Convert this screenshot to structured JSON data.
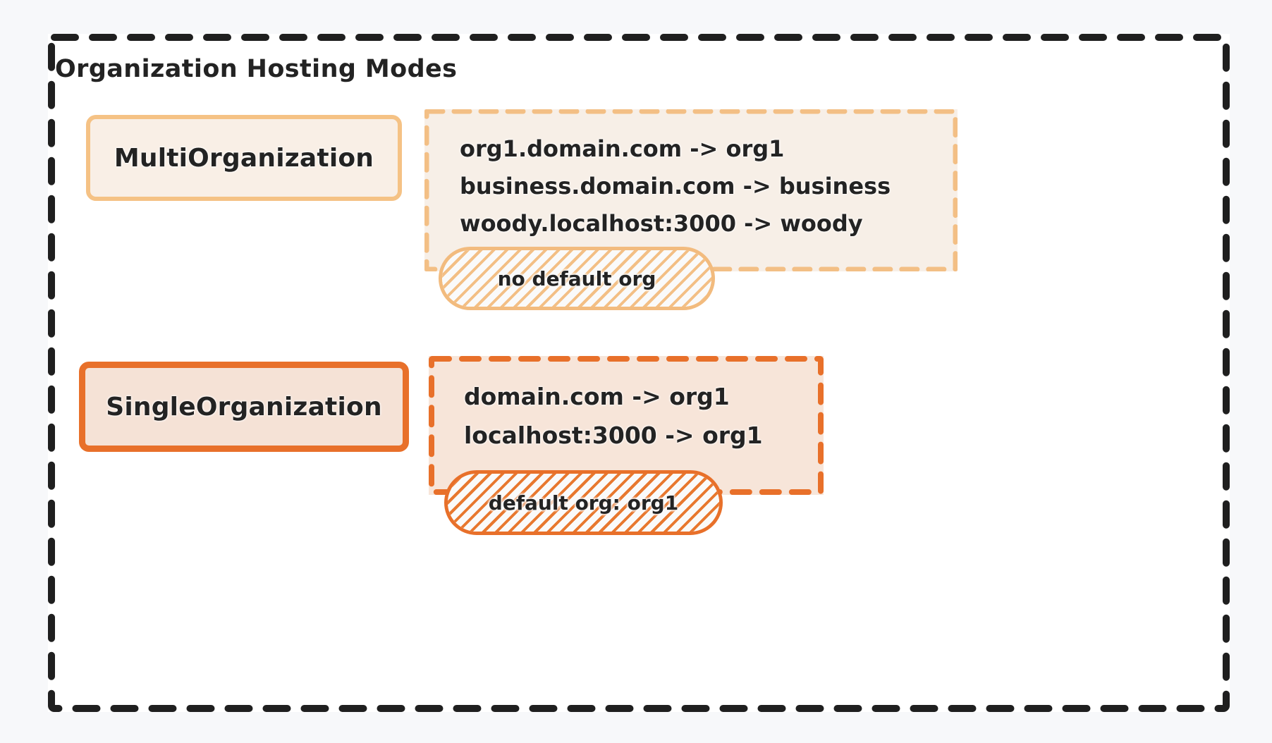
{
  "diagram": {
    "title": "Organization Hosting Modes",
    "background_color": "#f7f8fa",
    "panel_color": "#ffffff",
    "frame_color": "#1f1f1f"
  },
  "modes": [
    {
      "id": "multi-organization",
      "label": "MultiOrganization",
      "accent_color": "#f5c285",
      "card_fill": "#f9efe6",
      "panel_fill": "#f7efe7",
      "mappings": [
        "org1.domain.com -> org1",
        "business.domain.com -> business",
        "woody.localhost:3000 -> woody"
      ],
      "badge": "no default org"
    },
    {
      "id": "single-organization",
      "label": "SingleOrganization",
      "accent_color": "#e8702a",
      "card_fill": "#f5e2d6",
      "panel_fill": "#f7e5d9",
      "mappings": [
        "domain.com -> org1",
        "localhost:3000 -> org1"
      ],
      "badge": "default org: org1"
    }
  ]
}
